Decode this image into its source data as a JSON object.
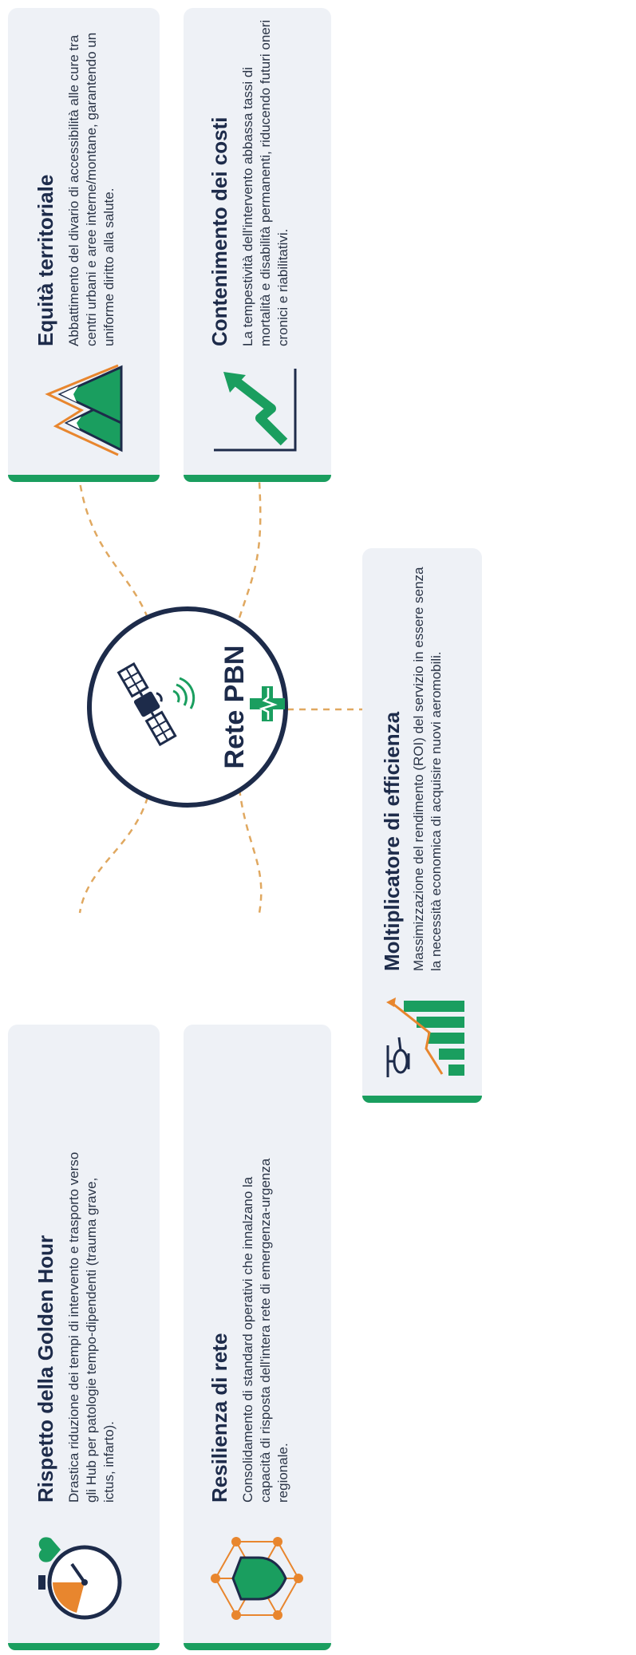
{
  "hub": {
    "title": "Rete PBN",
    "icons": [
      "satellite-icon",
      "medical-cross-icon"
    ]
  },
  "cards": [
    {
      "id": "golden-hour",
      "title": "Rispetto della Golden Hour",
      "description": "Drastica riduzione dei tempi di intervento e trasporto verso gli Hub per patologie tempo-dipendenti (trauma grave, ictus, infarto).",
      "icon": "stopwatch-heart-icon"
    },
    {
      "id": "resilienza",
      "title": "Resilienza di rete",
      "description": "Consolidamento di standard operativi che innalzano la capacità di risposta dell'intera rete di emergenza-urgenza regionale.",
      "icon": "shield-network-icon"
    },
    {
      "id": "efficienza",
      "title": "Moltiplicatore di efficienza",
      "description": "Massimizzazione del rendimento (ROI) del servizio in essere senza la necessità economica di acquisire nuovi aeromobili.",
      "icon": "helicopter-chart-icon"
    },
    {
      "id": "equita",
      "title": "Equità territoriale",
      "description": "Abbattimento del divario di accessibilità alle cure tra centri urbani e aree interne/montane, garantendo un uniforme diritto alla salute.",
      "icon": "mountains-icon"
    },
    {
      "id": "costi",
      "title": "Contenimento dei costi",
      "description": "La tempestività dell'intervento abbassa tassi di mortalità e disabilità permanenti, riducendo futuri oneri cronici e riabilitativi.",
      "icon": "trend-up-icon"
    }
  ],
  "colors": {
    "navy": "#1d2b4a",
    "green": "#1a9e5f",
    "orange": "#e8862e",
    "card_bg": "#eef1f6",
    "connector": "#e0a860"
  }
}
